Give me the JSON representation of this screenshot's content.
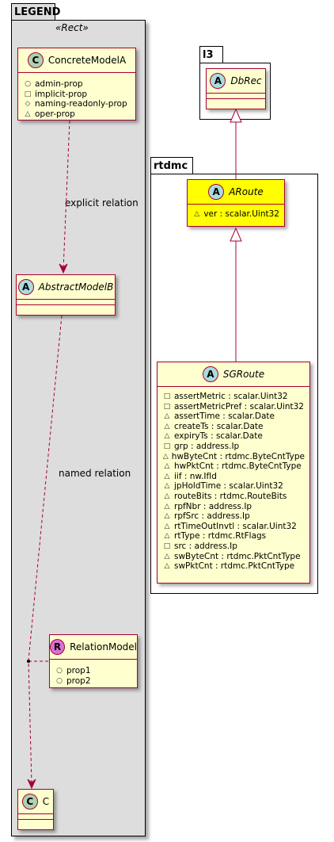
{
  "legend": {
    "package_name": "LEGEND",
    "stereotype": "«Rect»",
    "classes": {
      "concrete_a": {
        "name": "ConcreteModelA",
        "badge": "C",
        "attrs": [
          {
            "vis": "○",
            "text": "admin-prop"
          },
          {
            "vis": "□",
            "text": "implicit-prop"
          },
          {
            "vis": "◇",
            "text": "naming-readonly-prop"
          },
          {
            "vis": "△",
            "text": "oper-prop"
          }
        ]
      },
      "abstract_b": {
        "name": "AbstractModelB",
        "badge": "A"
      },
      "relation_model": {
        "name": "RelationModel",
        "badge": "R",
        "attrs": [
          {
            "vis": "○",
            "text": "prop1"
          },
          {
            "vis": "○",
            "text": "prop2"
          }
        ]
      },
      "c": {
        "name": "C",
        "badge": "C"
      }
    },
    "edge_labels": {
      "explicit": "explicit relation",
      "named": "named relation"
    }
  },
  "l3": {
    "package_name": "l3",
    "dbrec": {
      "name": "DbRec",
      "badge": "A"
    }
  },
  "rtdmc": {
    "package_name": "rtdmc",
    "aroute": {
      "name": "ARoute",
      "badge": "A",
      "attrs": [
        {
          "vis": "△",
          "text": "ver : scalar.Uint32"
        }
      ]
    },
    "sgroute": {
      "name": "SGRoute",
      "badge": "A",
      "attrs": [
        {
          "vis": "□",
          "text": "assertMetric : scalar.Uint32"
        },
        {
          "vis": "□",
          "text": "assertMetricPref : scalar.Uint32"
        },
        {
          "vis": "△",
          "text": "assertTime : scalar.Date"
        },
        {
          "vis": "△",
          "text": "createTs : scalar.Date"
        },
        {
          "vis": "△",
          "text": "expiryTs : scalar.Date"
        },
        {
          "vis": "□",
          "text": "grp : address.Ip"
        },
        {
          "vis": "△",
          "text": "hwByteCnt : rtdmc.ByteCntType"
        },
        {
          "vis": "△",
          "text": "hwPktCnt : rtdmc.ByteCntType"
        },
        {
          "vis": "△",
          "text": "iif : nw.IfId"
        },
        {
          "vis": "△",
          "text": "jpHoldTime : scalar.Uint32"
        },
        {
          "vis": "△",
          "text": "routeBits : rtdmc.RouteBits"
        },
        {
          "vis": "△",
          "text": "rpfNbr : address.Ip"
        },
        {
          "vis": "△",
          "text": "rpfSrc : address.Ip"
        },
        {
          "vis": "△",
          "text": "rtTimeOutInvtl : scalar.Uint32"
        },
        {
          "vis": "△",
          "text": "rtType : rtdmc.RtFlags"
        },
        {
          "vis": "□",
          "text": "src : address.Ip"
        },
        {
          "vis": "△",
          "text": "swByteCnt : rtdmc.PktCntType"
        },
        {
          "vis": "△",
          "text": "swPktCnt : rtdmc.PktCntType"
        }
      ]
    }
  },
  "colors": {
    "class_fill": "#fefece",
    "class_border": "#a80036",
    "highlight_fill": "#ffff00",
    "legend_bg": "#dddddd"
  }
}
